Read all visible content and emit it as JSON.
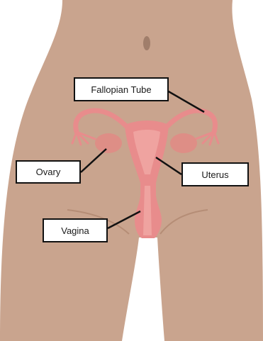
{
  "labels": {
    "fallopian_tube": "Fallopian Tube",
    "ovary": "Ovary",
    "uterus": "Uterus",
    "vagina": "Vagina"
  },
  "colors": {
    "skin": "#C9A48E",
    "background": "#FFFFFF",
    "organ": "#E88C8C",
    "organ_inner": "#EFA3A0",
    "ovary": "#DE8E86",
    "navel": "#A07E6B",
    "leader_line": "#111111",
    "label_border": "#111111",
    "label_fill": "#FFFFFF"
  }
}
